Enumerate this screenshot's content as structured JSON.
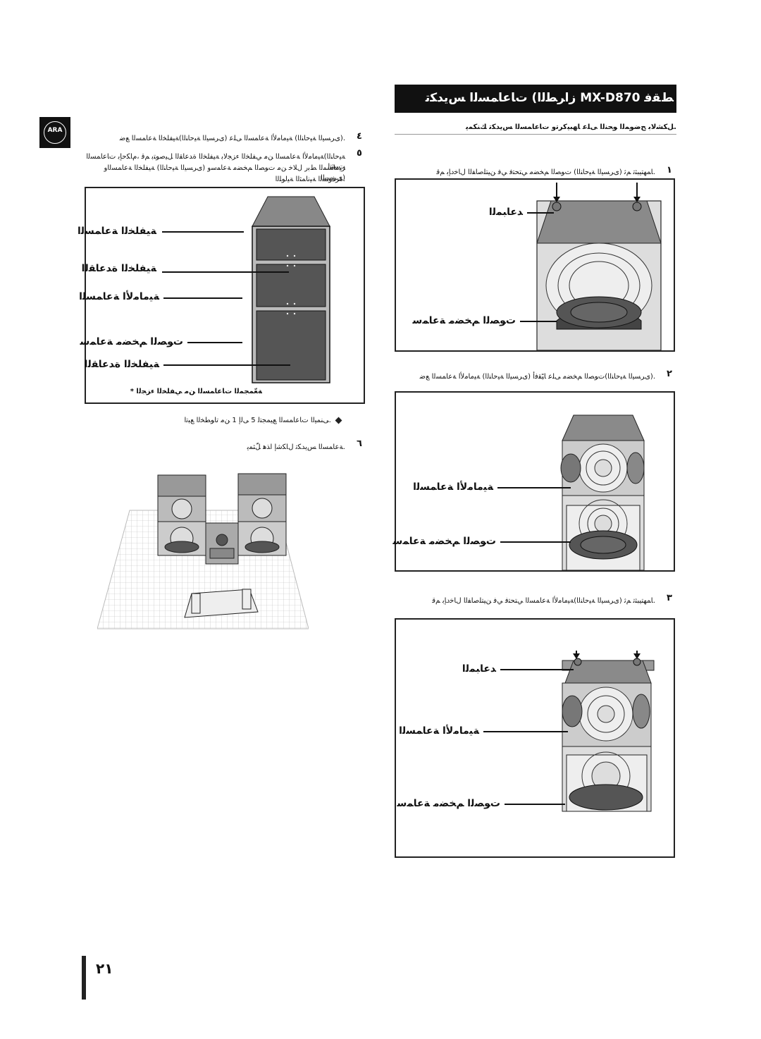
{
  "lang_badge": "ARA",
  "header": {
    "title": "ﻂﻘﻓ MX-D870 زاﺮﻄﻟا) تﺎﻋﺎﻤﺴﻟا ﺲﻳﺪﻜﺗ",
    "subtitle": ".ﻞﻜﺸﻟﺎﺑ ﺢﺿﻮﻤﻟا ﻮﺤﻨﻟا ﻰﻠﻋ ﺎﻬﺒﻴﻛﺮﺗو تﺎﻋﺎﻤﺴﻟا ﺲﻳﺪﻜﺗ ﻚﻨﻜﻤﻳ"
  },
  "right_steps": [
    {
      "num": "١",
      "text": ".ﺎﻤﻬﺘﻴﺒﺜﺗ ﻢﺛ (ىﺮﺴﻴﻟا ﺔﻴﺣﺎﻨﻟا) تﻮﺼﻟا ﻢﺨﻀﻣ ﻲﺘﺤﺘﻓ ﻲﻓ ﻦﻴﺘﻠﺻﺎﻔﻟا لﺎﺧدﺈﺑ ﻢﻗ"
    },
    {
      "num": "٢",
      "text": ".(ىﺮﺴﻴﻟا ﺔﻴﺣﺎﻨﻟا)تﻮﺼﻟا ﻢﺨﻀﻣ ﻰﻠﻋ ﺎﻴًﻘﻓأ (ىﺮﺴﻴﻟا ﺔﻴﺣﺎﻨﻟا) ﺔﻴﻣﺎﻣﻷا ﺔﻋﺎﻤﺴﻟا ﻊﺿ"
    },
    {
      "num": "٣",
      "text": ".ﺎﻤﻬﺘﻴﺒﺜﺗ ﻢﺛ (ىﺮﺴﻴﻟا ﺔﻴﺣﺎﻨﻟا)ﺔﻴﻣﺎﻣﻷا ﺔﻋﺎﻤﺴﻟا ﻲﺘﺤﺘﻓ ﻲﻓ ﻦﻴﺘﻠﺻﺎﻔﻟا لﺎﺧدﺈﺑ ﻢﻗ"
    }
  ],
  "fig1": {
    "spacer": "ﺪﻋﺎﺒﻤﻟا",
    "woofer": "تﻮﺼﻟا ﻢﺨﻀﻣ ﺔﻋﺎﻤﺳ"
  },
  "fig2": {
    "front": "ﺔﻴﻣﺎﻣﻷا ﺔﻋﺎﻤﺴﻟا",
    "woofer": "تﻮﺼﻟا ﻢﺨﻀﻣ ﺔﻋﺎﻤﺳ"
  },
  "fig3": {
    "spacer": "ﺪﻋﺎﺒﻤﻟا",
    "front": "ﺔﻴﻣﺎﻣﻷا ﺔﻋﺎﻤﺴﻟا",
    "woofer": "تﻮﺼﻟا ﻢﺨﻀﻣ ﺔﻋﺎﻤﺳ"
  },
  "left_steps": [
    {
      "num": "٤",
      "text": ".(ىﺮﺴﻴﻟا ﺔﻴﺣﺎﻨﻟا) ﺔﻴﻣﺎﻣﻷا ﺔﻋﺎﻤﺴﻟا ﻰﻠﻋ (ىﺮﺴﻴﻟا ﺔﻴﺣﺎﻨﻟا)ﺔﻴﻔﻠﺨﻟا ﺔﻋﺎﻤﺴﻟا ﻊﺿ"
    },
    {
      "num": "٥",
      "lines": [
        "ﺔﻴﺣﺎﻨﻟا)ﺔﻴﻣﺎﻣﻷا ﺔﻋﺎﻤﺴﻟا ﻦﻣ ﻲﻔﻠﺨﻟا ءﺰﺠﻟﺎﺑ ﺔﻴﻔﻠﺨﻟا ةﺪﻋﺎﻘﻟا ﻞﻴﺻﻮﺘﺑ ﻢﻗ ،مﺎﻜﺣﺈﺑ تﺎﻋﺎﻤﺴﻟا ﺖﻴﺒﺜﺘﻟ",
        "ﺮﻴﻣﺎﺴﻤﻟا ﻂﺑر لﻼﺧ ﻦﻣ تﻮﺼﻟا ﻢﺨﻀﻣ ﺔﻋﺎﻤﺳو (ىﺮﺴﻴﻟا ﺔﻴﺣﺎﻨﻟا) ﺔﻴﻔﻠﺨﻟا ﺔﻋﺎﻤﺴﻟاو (ىﺮﺴﻴﻟا",
        ".ةﺮﻓﻮﺘﻤﻟا ﺔﻴﻧﺎﻤﺜﻟا ﺔﻴﻟﻮﻠﻟا"
      ]
    }
  ],
  "fig4": {
    "rear": "ﺔﻴﻔﻠﺨﻟا ﺔﻋﺎﻤﺴﻟا",
    "rear_base_top": "ﺔﻴﻔﻠﺨﻟا ةﺪﻋﺎﻘﻟا",
    "front": "ﺔﻴﻣﺎﻣﻷا ﺔﻋﺎﻤﺴﻟا",
    "woofer": "تﻮﺼﻟا ﻢﺨﻀﻣ ﺔﻋﺎﻤﺳ",
    "rear_base_bottom": "ﺔﻴﻔﻠﺨﻟا ةﺪﻋﺎﻘﻟا",
    "note": "ﺔﻌّﻤﺠﻤﻟا تﺎﻋﺎﻤﺴﻟا ﻦﻣ ﻲﻔﻠﺨﻟا ءﺰﺠﻟا *"
  },
  "bullet_note": ".ﻰﻨﻤﻴﻟا تﺎﻋﺎﻤﺴﻟا ﻊﻴﻤﺠﺘﻟ 5 ﻰﻟإ 1 ﻦﻣ تاﻮﻄﺨﻟا ﻊﺒﺗا",
  "step6": {
    "num": "٦",
    "text": ".ﺔﻋﺎﻤﺴﻟا ﺲﻳﺪﻜﺗ لﺎﻜﺷإ اﺬﻫ ﻞّﺜﻤﻳ"
  },
  "page_number": "٢١"
}
